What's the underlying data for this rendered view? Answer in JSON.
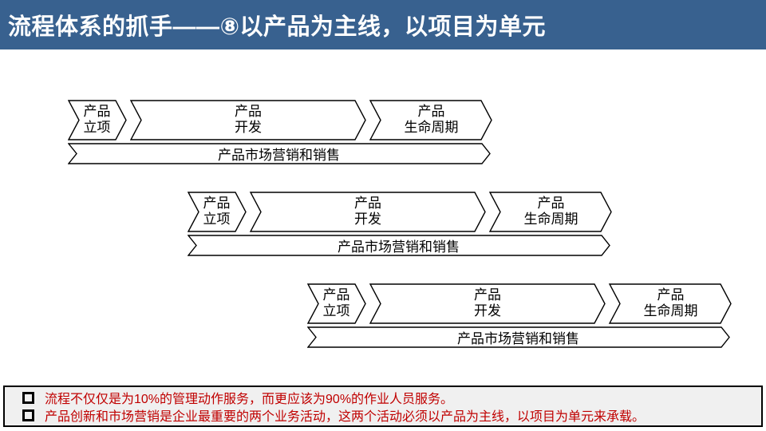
{
  "slide": {
    "header": {
      "title": "流程体系的抓手——⑧以产品为主线，以项目为单元"
    },
    "flow": {
      "row_count": 3,
      "stages": [
        {
          "id": "product-initiation",
          "label": "产品\n立项"
        },
        {
          "id": "product-development",
          "label": "产品\n开发"
        },
        {
          "id": "product-lifecycle",
          "label": "产品\n生命周期"
        }
      ],
      "marketing_label": "产品市场营销和销售"
    },
    "notes": [
      {
        "text": "流程不仅仅是为10%的管理动作服务，而更应该为90%的作业人员服务。"
      },
      {
        "text": "产品创新和市场营销是企业最重要的两个业务活动，这两个活动必须以产品为主线，以项目为单元来承载。"
      }
    ],
    "colors": {
      "header_bg": "#38618F",
      "header_text": "#FFFFFF",
      "note_text": "#C00000",
      "shape_fill": "#FFFFFF",
      "shape_stroke": "#000000",
      "notes_bg": "#F0F0F0"
    }
  }
}
